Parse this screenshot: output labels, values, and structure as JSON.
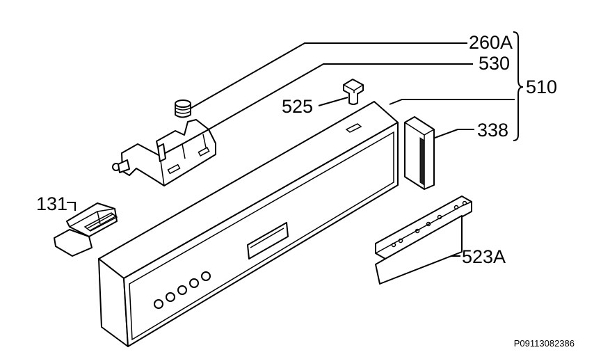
{
  "diagram": {
    "labels": {
      "part_260a": "260A",
      "part_530": "530",
      "part_510": "510",
      "part_525": "525",
      "part_338": "338",
      "part_131": "131",
      "part_523a": "523A"
    },
    "reference_code": "P09113082386"
  },
  "colors": {
    "line": "#000000",
    "background": "#ffffff"
  }
}
